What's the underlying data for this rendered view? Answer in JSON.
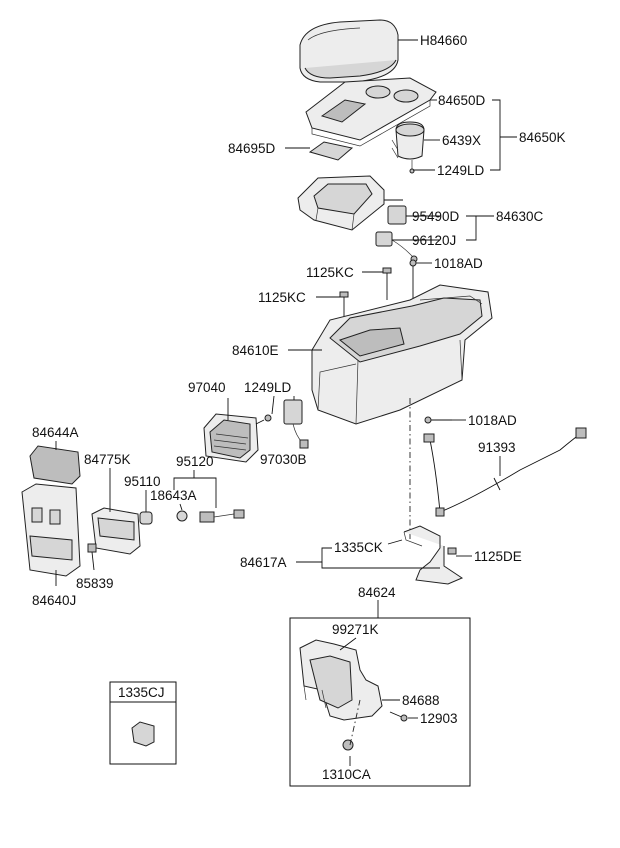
{
  "labels": {
    "h84660": "H84660",
    "p84650d": "84650D",
    "p6439x": "6439X",
    "p84650k": "84650K",
    "p84695d": "84695D",
    "p1249ld_top": "1249LD",
    "p95490d": "95490D",
    "p84630c": "84630C",
    "p96120j": "96120J",
    "p1125kc_a": "1125KC",
    "p1018ad_top": "1018AD",
    "p1125kc_b": "1125KC",
    "p84610e": "84610E",
    "p97040": "97040",
    "p1249ld_mid": "1249LD",
    "p97030b": "97030B",
    "p1018ad_mid": "1018AD",
    "p84644a": "84644A",
    "p84775k": "84775K",
    "p95120": "95120",
    "p91393": "91393",
    "p95110": "95110",
    "p18643a": "18643A",
    "p1335ck": "1335CK",
    "p84617a": "84617A",
    "p1125de": "1125DE",
    "p85839": "85839",
    "p84640j": "84640J",
    "p84624": "84624",
    "p99271k": "99271K",
    "p1335cj": "1335CJ",
    "p84688": "84688",
    "p12903": "12903",
    "p1310ca": "1310CA"
  }
}
